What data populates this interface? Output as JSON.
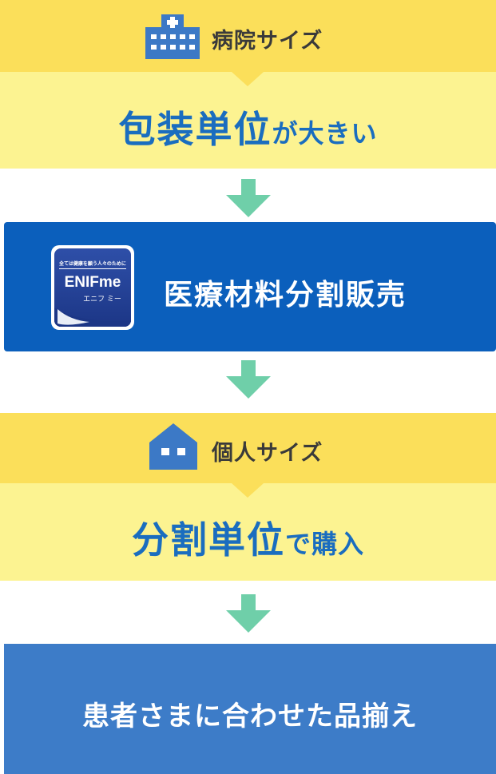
{
  "hospital": {
    "icon": "hospital-icon",
    "label": "病院サイズ",
    "title_main": "包装単位",
    "title_suffix": "が大きい"
  },
  "enifme": {
    "logo_icon": "enifme-logo",
    "logo_tagline": "全ては健康を願う人々のために",
    "logo_name": "ENIFme",
    "logo_kana": "エニフ ミー",
    "label": "医療材料分割販売"
  },
  "personal": {
    "icon": "house-icon",
    "label": "個人サイズ",
    "title_main": "分割単位",
    "title_suffix": "で購入"
  },
  "result": {
    "label": "患者さまに合わせた品揃え"
  },
  "colors": {
    "head_yellow": "#fbdf5a",
    "body_yellow": "#fcf391",
    "accent_blue": "#1a6dbf",
    "box_blue_dark": "#0b5fbc",
    "box_blue_light": "#3d7cc8",
    "arrow_green": "#6fcfa9",
    "icon_blue": "#3c79c6"
  }
}
